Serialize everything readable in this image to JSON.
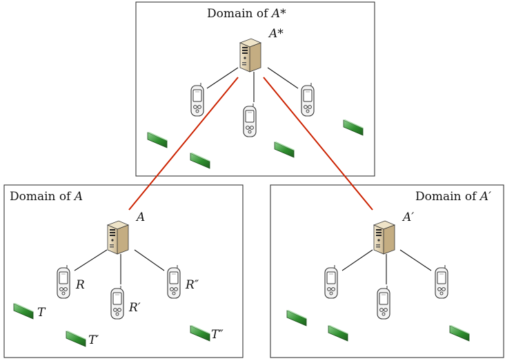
{
  "domains": {
    "top": {
      "title": "Domain of ",
      "agent": "A*"
    },
    "left": {
      "title": "Domain of ",
      "agent": "A"
    },
    "right": {
      "title": "Domain of ",
      "agent": "A′"
    }
  },
  "nodes": {
    "server_top": "A*",
    "server_left": "A",
    "server_right": "A′",
    "reader_r": "R",
    "reader_r1": "R′",
    "reader_r2": "R″",
    "tag_t": "T",
    "tag_t1": "T′",
    "tag_t2": "T″"
  },
  "colors": {
    "red_link": "#cc2200",
    "tag_green": "#2f8f2f",
    "server_beige": "#e6d7b5"
  }
}
